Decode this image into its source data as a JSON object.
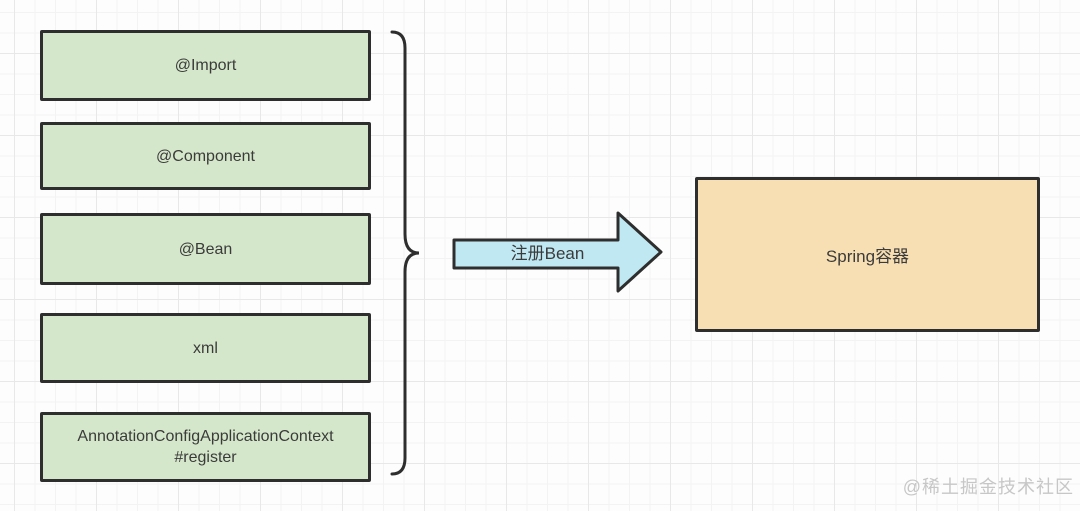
{
  "diagram": {
    "source_boxes": [
      {
        "label": "@Import"
      },
      {
        "label": "@Component"
      },
      {
        "label": "@Bean"
      },
      {
        "label": "xml"
      },
      {
        "label": "AnnotationConfigApplicationContext\n#register"
      }
    ],
    "arrow_label": "注册Bean",
    "target_box_label": "Spring容器",
    "watermark": "@稀土掘金技术社区"
  },
  "colors": {
    "source_fill": "#d5e7ca",
    "arrow_fill": "#c0e8f2",
    "target_fill": "#f8dfb3",
    "stroke": "#2e2e2e",
    "text": "#3b3b3b",
    "watermark": "#c7c7c7",
    "grid_minor": "#f3f3f3",
    "grid_major": "#e8e8e8"
  }
}
